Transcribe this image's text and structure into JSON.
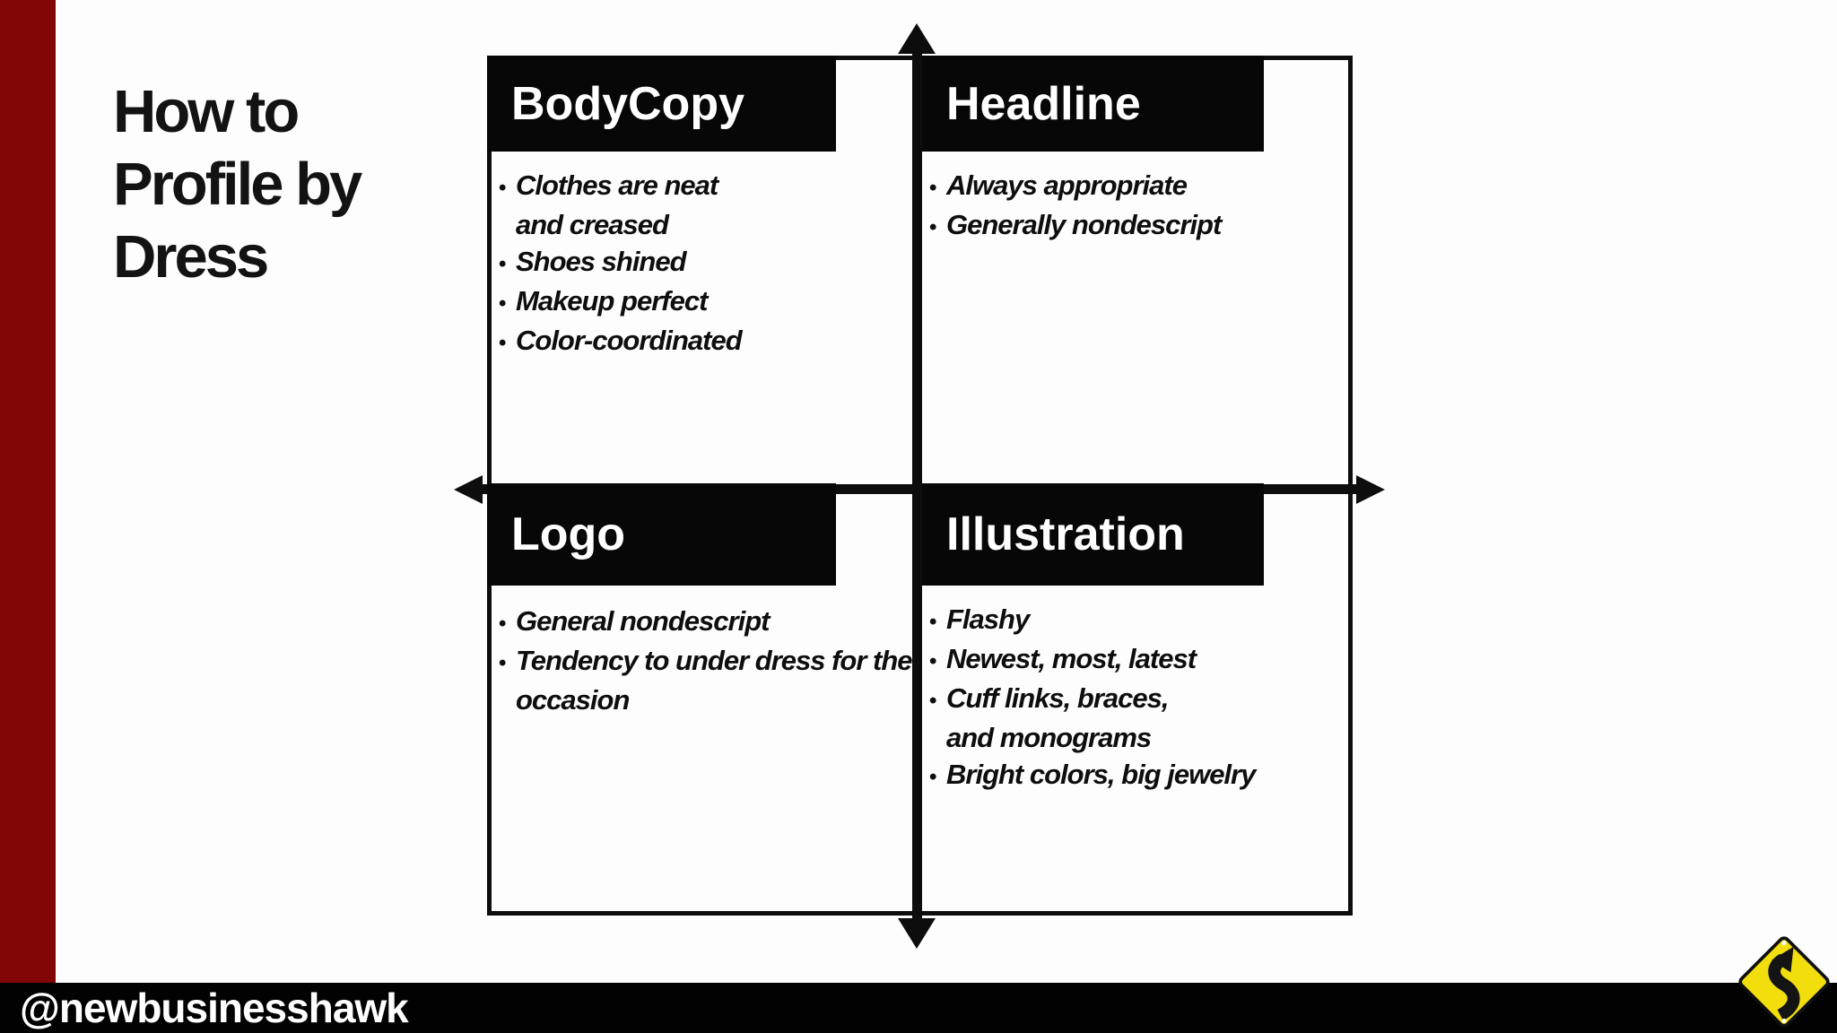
{
  "slide": {
    "title_lines": [
      "How to",
      "Profile by",
      "Dress"
    ],
    "background_color": "#fdfdfd",
    "accent_bar_color": "#820608",
    "footer": {
      "handle": "@newbusinesshawk",
      "bg_color": "#020202",
      "text_color": "#ffffff"
    }
  },
  "matrix": {
    "bullet_char": "•",
    "frame_color": "#0d0d0d",
    "header_bg": "#070707",
    "header_text_color": "#ffffff",
    "quadrants": [
      {
        "label": "BodyCopy",
        "position": "top-left",
        "items": [
          [
            "Clothes are neat",
            "and creased"
          ],
          [
            "Shoes shined"
          ],
          [
            "Makeup perfect"
          ],
          [
            "Color-coordinated"
          ]
        ]
      },
      {
        "label": "Headline",
        "position": "top-right",
        "items": [
          [
            "Always appropriate"
          ],
          [
            "Generally nondescript"
          ]
        ]
      },
      {
        "label": "Logo",
        "position": "bottom-left",
        "items": [
          [
            "General nondescript"
          ],
          [
            "Tendency to under dress for the",
            "occasion"
          ]
        ]
      },
      {
        "label": "Illustration",
        "position": "bottom-right",
        "items": [
          [
            "Flashy"
          ],
          [
            "Newest, most, latest"
          ],
          [
            "Cuff links, braces,",
            "and monograms"
          ],
          [
            "Bright colors, big jewelry"
          ]
        ]
      }
    ]
  },
  "badge": {
    "name": "winding-road-sign",
    "sign_color": "#f2de0c",
    "glyph_color": "#141414"
  }
}
